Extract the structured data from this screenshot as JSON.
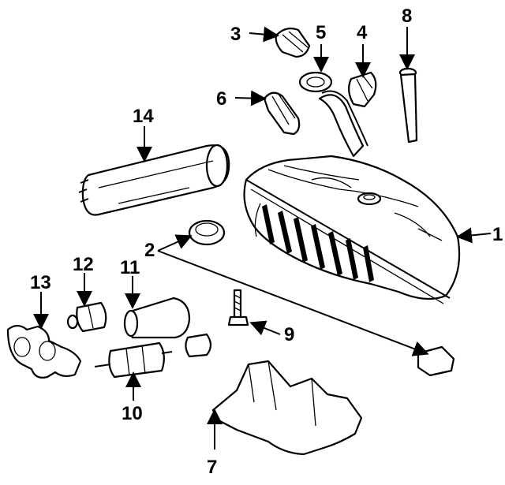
{
  "callouts": {
    "c1": "1",
    "c2": "2",
    "c3": "3",
    "c4": "4",
    "c5": "5",
    "c6": "6",
    "c7": "7",
    "c8": "8",
    "c9": "9",
    "c10": "10",
    "c11": "11",
    "c12": "12",
    "c13": "13",
    "c14": "14"
  },
  "colors": {
    "ink": "#000000",
    "paper": "#ffffff"
  }
}
